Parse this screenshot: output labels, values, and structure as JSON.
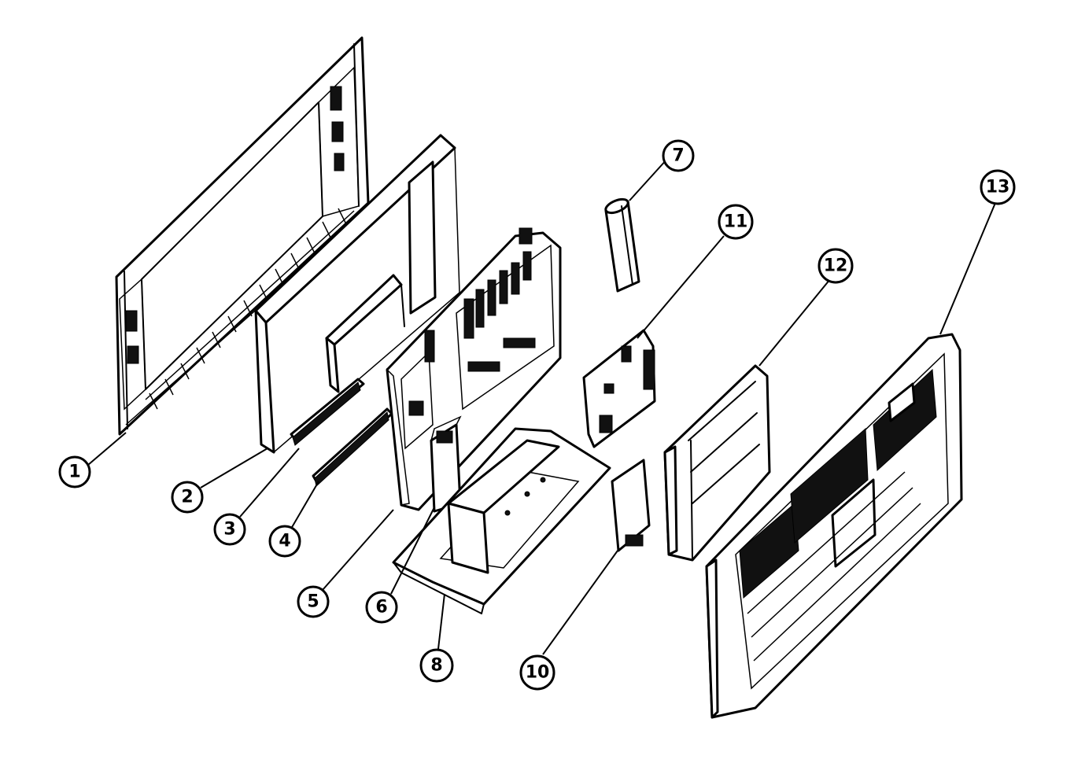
{
  "callouts": [
    {
      "id": "1",
      "label": "1"
    },
    {
      "id": "2",
      "label": "2"
    },
    {
      "id": "3",
      "label": "3"
    },
    {
      "id": "4",
      "label": "4"
    },
    {
      "id": "5",
      "label": "5"
    },
    {
      "id": "6",
      "label": "6"
    },
    {
      "id": "7",
      "label": "7"
    },
    {
      "id": "8",
      "label": "8"
    },
    {
      "id": "10",
      "label": "10"
    },
    {
      "id": "11",
      "label": "11"
    },
    {
      "id": "12",
      "label": "12"
    },
    {
      "id": "13",
      "label": "13"
    }
  ]
}
